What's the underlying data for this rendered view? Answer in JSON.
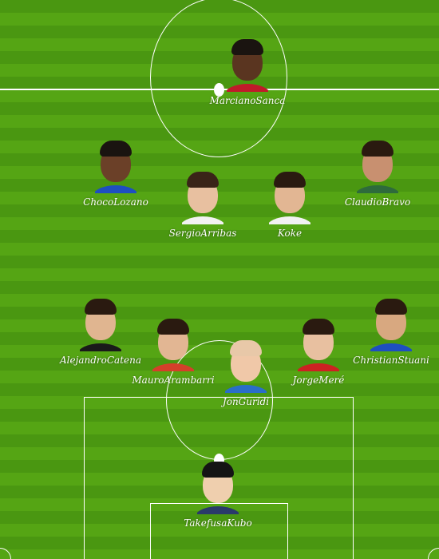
{
  "pitch": {
    "stripe_dark": "#4a9711",
    "stripe_light": "#55a514",
    "line_color": "#ffffff"
  },
  "players": [
    {
      "name": "MarcianoSanca",
      "skin": "#5a3520",
      "hair": "#1a1410",
      "shirt": "#c01b2a"
    },
    {
      "name": "ChocoLozano",
      "skin": "#6b4028",
      "hair": "#1a1410",
      "shirt": "#1e4fc0"
    },
    {
      "name": "SergioArribas",
      "skin": "#e8c0a0",
      "hair": "#3a2418",
      "shirt": "#f2f2f2"
    },
    {
      "name": "Koke",
      "skin": "#e2b693",
      "hair": "#2a1a10",
      "shirt": "#f2f2f2"
    },
    {
      "name": "ClaudioBravo",
      "skin": "#c89070",
      "hair": "#2a1a10",
      "shirt": "#2e6b3c"
    },
    {
      "name": "AlejandroCatena",
      "skin": "#e0b590",
      "hair": "#2a1a10",
      "shirt": "#1a1a1a"
    },
    {
      "name": "MauroArambarri",
      "skin": "#e2b693",
      "hair": "#2a1a10",
      "shirt": "#d4402a"
    },
    {
      "name": "JonGuridi",
      "skin": "#f0c8a8",
      "hair": "#e8c8a8",
      "shirt": "#2a6ec8"
    },
    {
      "name": "JorgeMeré",
      "skin": "#e8c0a0",
      "hair": "#2a1a10",
      "shirt": "#cc2222"
    },
    {
      "name": "ChristianStuani",
      "skin": "#d8a880",
      "hair": "#2a1a10",
      "shirt": "#1e4fc0"
    },
    {
      "name": "TakefusaKubo",
      "skin": "#efcfae",
      "hair": "#141414",
      "shirt": "#2a3a6a"
    }
  ]
}
